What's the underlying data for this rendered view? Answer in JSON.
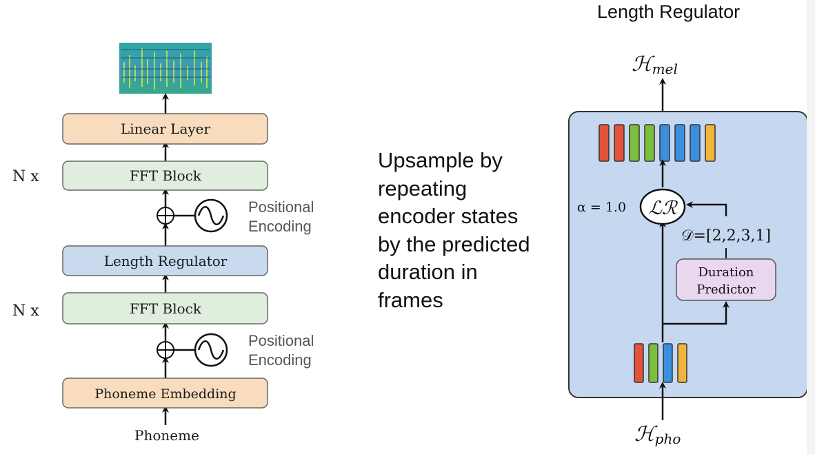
{
  "left_diagram": {
    "output_image": "spectrogram",
    "blocks": {
      "linear_layer": "Linear Layer",
      "fft_block_top": "FFT Block",
      "length_regulator": "Length Regulator",
      "fft_block_bottom": "FFT Block",
      "phoneme_embedding": "Phoneme Embedding"
    },
    "repeat_top": "N x",
    "repeat_bottom": "N x",
    "positional_encoding_top": [
      "Positional",
      "Encoding"
    ],
    "positional_encoding_bottom": [
      "Positional",
      "Encoding"
    ],
    "input_label": "Phoneme",
    "colors": {
      "orange_block": "#f9dcbd",
      "green_block": "#dfeedd",
      "blue_block": "#c9d9ee"
    }
  },
  "description": {
    "lines": [
      "Upsample by",
      "repeating",
      "encoder states",
      "by the  predicted",
      "duration in",
      "frames"
    ]
  },
  "right_diagram": {
    "title": "Length Regulator",
    "output_label": {
      "symbol": "ℋ",
      "subscript": "mel"
    },
    "input_label": {
      "symbol": "ℋ",
      "subscript": "pho"
    },
    "alpha_label": "α = 1.0",
    "lr_node": "ℒℛ",
    "duration_label": "𝒟=[2,2,3,1]",
    "duration_predictor": [
      "Duration",
      "Predictor"
    ],
    "upsampled_bar_colors": [
      "#e2533a",
      "#e2533a",
      "#7cbf3f",
      "#7cbf3f",
      "#3b8fe0",
      "#3b8fe0",
      "#3b8fe0",
      "#f2b33c"
    ],
    "input_bar_colors": [
      "#e2533a",
      "#7cbf3f",
      "#3b8fe0",
      "#f2b33c"
    ],
    "colors": {
      "panel": "#c6d8ef",
      "predictor": "#e9d6ef"
    }
  }
}
